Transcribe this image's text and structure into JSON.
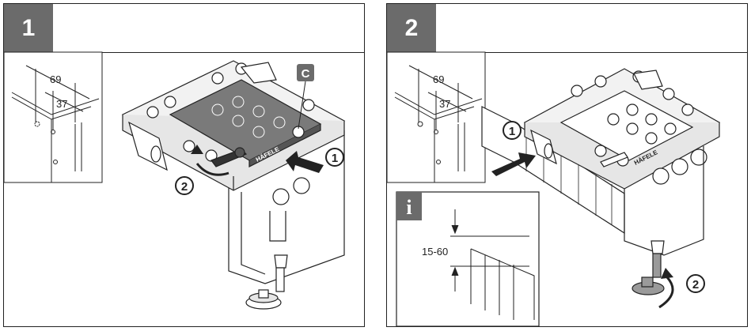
{
  "panels": [
    {
      "step": "1",
      "inset_dims": [
        "69",
        "37"
      ],
      "template_marker": "C",
      "callouts": [
        "1",
        "2"
      ],
      "brand": "HÄFELE"
    },
    {
      "step": "2",
      "inset_dims": [
        "69",
        "37"
      ],
      "callouts": [
        "1",
        "2"
      ],
      "brand": "HÄFELE",
      "info_badge": "i",
      "info_range": "15-60"
    }
  ]
}
